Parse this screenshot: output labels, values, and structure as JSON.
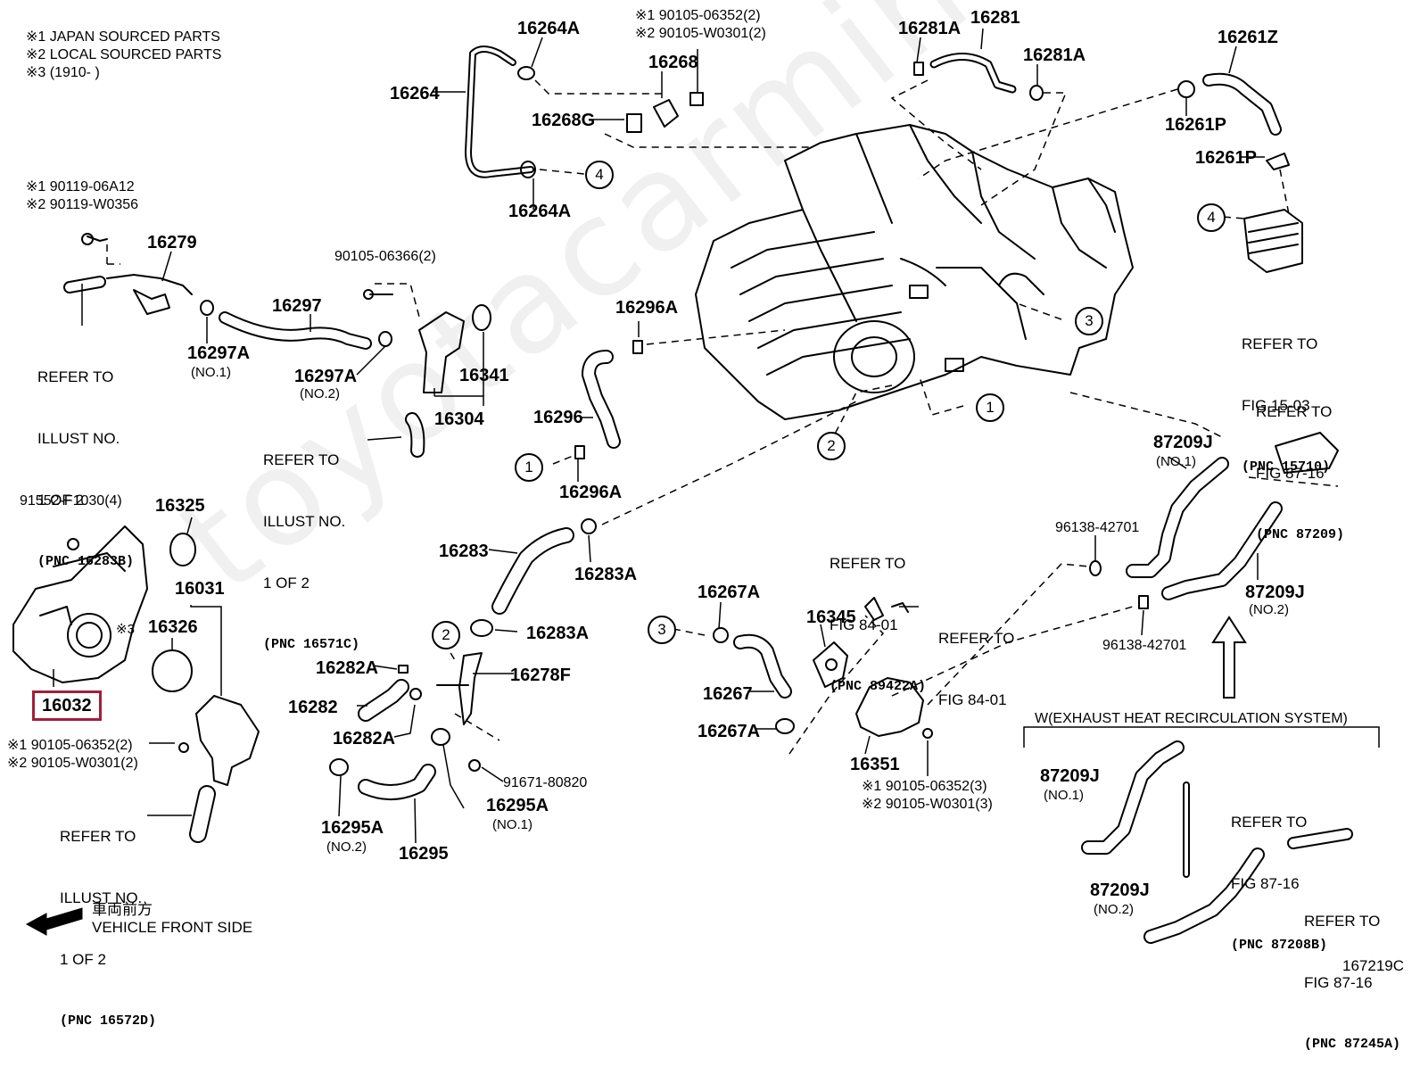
{
  "legend": {
    "line1": "※1  JAPAN SOURCED PARTS",
    "line2": "※2  LOCAL SOURCED PARTS",
    "line3": "※3 (1910-        )"
  },
  "watermark": "toyotacarmine.ru",
  "parts": {
    "p16264A_top": "16264A",
    "p16264": "16264",
    "p16264A_bot": "16264A",
    "p16268": "16268",
    "p16268G": "16268G",
    "bolt_a_1": "※1 90105-06352(2)",
    "bolt_a_2": "※2 90105-W0301(2)",
    "p16281A_left": "16281A",
    "p16281": "16281",
    "p16281A_right": "16281A",
    "p16261Z": "16261Z",
    "p16261P_top": "16261P",
    "p16261P_bot": "16261P",
    "bolt_b_1": "※1 90119-06A12",
    "bolt_b_2": "※2 90119-W0356",
    "p16279": "16279",
    "p90105_06366": "90105-06366(2)",
    "p16297": "16297",
    "p16297A_1": "16297A",
    "p16297A_1_sub": "(NO.1)",
    "p16297A_2": "16297A",
    "p16297A_2_sub": "(NO.2)",
    "p16341": "16341",
    "p16304": "16304",
    "p16296A_top": "16296A",
    "p16296": "16296",
    "p16296A_bot": "16296A",
    "p91552": "91552-F1030(4)",
    "p16325": "16325",
    "p16031": "16031",
    "p16326": "16326",
    "p16326_mark": "※3",
    "p16032": "16032",
    "bolt_c_1": "※1 90105-06352(2)",
    "bolt_c_2": "※2 90105-W0301(2)",
    "p16283": "16283",
    "p16283A_top": "16283A",
    "p16283A_bot": "16283A",
    "p16282A_top": "16282A",
    "p16282": "16282",
    "p16282A_bot": "16282A",
    "p16278F": "16278F",
    "p91671": "91671-80820",
    "p16295A_1": "16295A",
    "p16295A_1_sub": "(NO.1)",
    "p16295A_2": "16295A",
    "p16295A_2_sub": "(NO.2)",
    "p16295": "16295",
    "p16267A_top": "16267A",
    "p16267": "16267",
    "p16267A_bot": "16267A",
    "p16345": "16345",
    "p16351": "16351",
    "bolt_d_1": "※1 90105-06352(3)",
    "bolt_d_2": "※2 90105-W0301(3)",
    "p96138_top": "96138-42701",
    "p96138_bot": "96138-42701",
    "p87209J_1": "87209J",
    "p87209J_1_sub": "(NO.1)",
    "p87209J_2": "87209J",
    "p87209J_2_sub": "(NO.2)",
    "p87209J_3": "87209J",
    "p87209J_3_sub": "(NO.1)",
    "p87209J_4": "87209J",
    "p87209J_4_sub": "(NO.2)"
  },
  "refs": {
    "illust_16283B": {
      "l1": "REFER TO",
      "l2": "ILLUST NO.",
      "l3": "1 OF 2",
      "pnc": "(PNC 16283B)"
    },
    "illust_16571C": {
      "l1": "REFER TO",
      "l2": "ILLUST NO.",
      "l3": "1 OF 2",
      "pnc": "(PNC 16571C)"
    },
    "illust_16572D": {
      "l1": "REFER TO",
      "l2": "ILLUST NO.",
      "l3": "1 OF 2",
      "pnc": "(PNC 16572D)"
    },
    "fig_15_03": {
      "l1": "REFER TO",
      "l2": "FIG 15-03",
      "pnc": "(PNC 15710)"
    },
    "fig_87_16_a": {
      "l1": "REFER TO",
      "l2": "FIG 87-16",
      "pnc": "(PNC 87209)"
    },
    "fig_84_01_a": {
      "l1": "REFER TO",
      "l2": "FIG 84-01",
      "pnc": "(PNC 89422A)"
    },
    "fig_84_01_b": {
      "l1": "REFER TO",
      "l2": "FIG 84-01"
    },
    "fig_87_16_b": {
      "l1": "REFER TO",
      "l2": "FIG 87-16",
      "pnc": "(PNC 87208B)"
    },
    "fig_87_16_c": {
      "l1": "REFER TO",
      "l2": "FIG 87-16",
      "pnc": "(PNC 87245A)"
    }
  },
  "circles": {
    "c1": "1",
    "c2": "2",
    "c3": "3",
    "c4": "4"
  },
  "subsystem_title": "W(EXHAUST HEAT RECIRCULATION SYSTEM)",
  "front": {
    "jp": "車両前方",
    "en": "VEHICLE FRONT SIDE"
  },
  "figure_code": "167219C",
  "colors": {
    "selection": "#a0203a",
    "line": "#000000"
  }
}
